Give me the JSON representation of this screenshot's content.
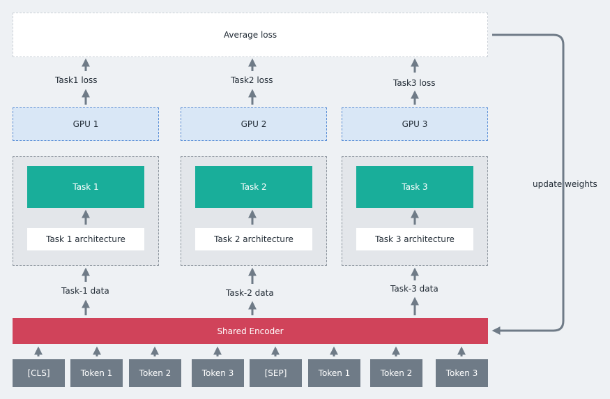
{
  "average_loss": "Average loss",
  "update_weights": "update weights",
  "shared_encoder": "Shared Encoder",
  "columns": [
    {
      "loss": "Task1 loss",
      "gpu": "GPU 1",
      "task": "Task 1",
      "architecture": "Task 1 architecture",
      "data": "Task-1 data"
    },
    {
      "loss": "Task2 loss",
      "gpu": "GPU 2",
      "task": "Task 2",
      "architecture": "Task 2 architecture",
      "data": "Task-2 data"
    },
    {
      "loss": "Task3 loss",
      "gpu": "GPU 3",
      "task": "Task 3",
      "architecture": "Task 3 architecture",
      "data": "Task-3 data"
    }
  ],
  "tokens": [
    "[CLS]",
    "Token 1",
    "Token 2",
    "Token 3",
    "[SEP]",
    "Token 1",
    "Token 2",
    "Token 3"
  ],
  "colors": {
    "task": "#19ae9a",
    "encoder": "#d0435a",
    "gpu": "#d9e7f6",
    "token": "#6f7b87",
    "arrow": "#6f7b87"
  }
}
